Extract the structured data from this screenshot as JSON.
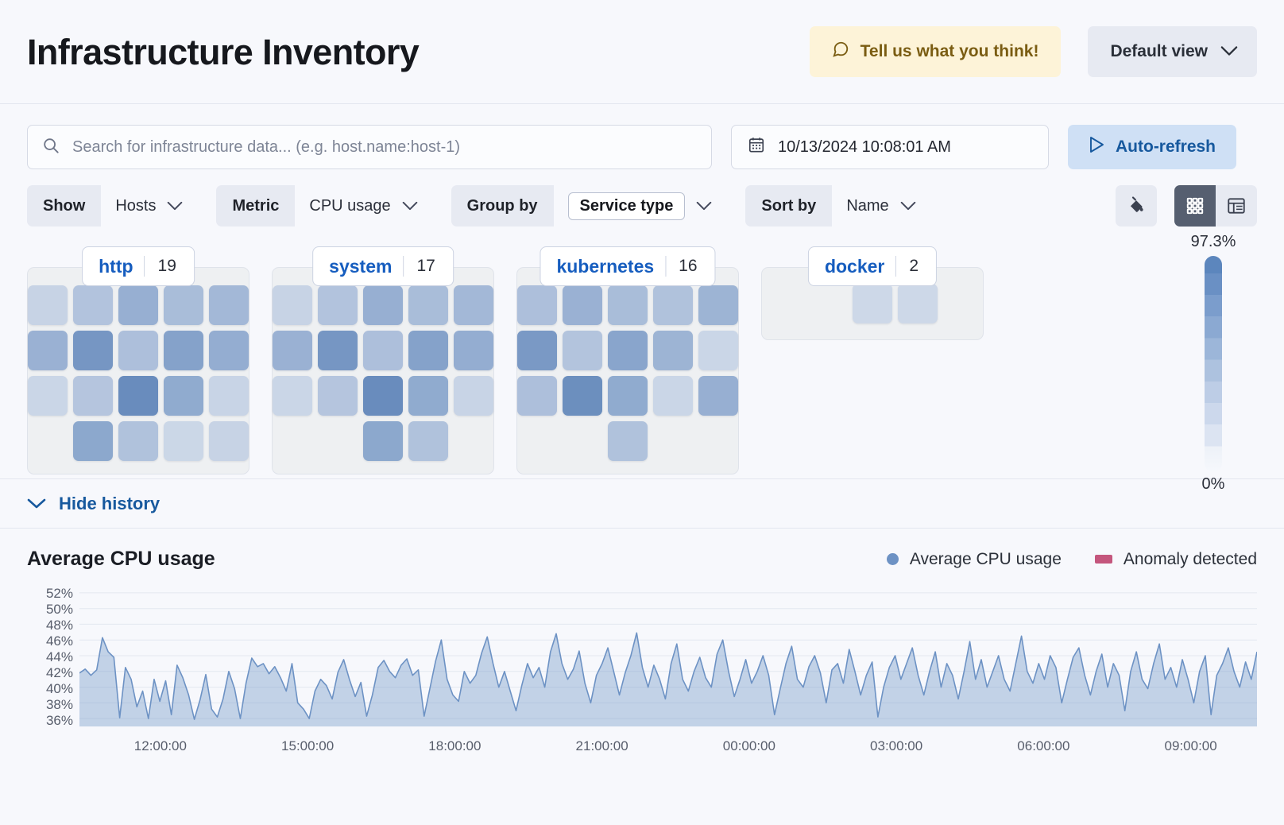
{
  "header": {
    "title": "Infrastructure Inventory",
    "feedback_label": "Tell us what you think!",
    "view_label": "Default view"
  },
  "search": {
    "placeholder": "Search for infrastructure data... (e.g. host.name:host-1)",
    "value": ""
  },
  "datepicker": {
    "value": "10/13/2024 10:08:01 AM"
  },
  "refresh": {
    "label": "Auto-refresh"
  },
  "filters": [
    {
      "label": "Show",
      "value": "Hosts",
      "boxed": false
    },
    {
      "label": "Metric",
      "value": "CPU usage",
      "boxed": false
    },
    {
      "label": "Group by",
      "value": "Service type",
      "boxed": true
    },
    {
      "label": "Sort by",
      "value": "Name",
      "boxed": false
    }
  ],
  "view_toggle": {
    "palette_icon": "fill-color-icon",
    "grid_icon": "grid-view-icon",
    "table_icon": "table-view-icon",
    "active": "grid-view-icon"
  },
  "waffle": {
    "legend": {
      "max": "97.3%",
      "min": "0%"
    },
    "groups": [
      {
        "name": "http",
        "count": "19",
        "rows": [
          {
            "offset": 0,
            "values": [
              22,
              35,
              52,
              40,
              44
            ]
          },
          {
            "offset": 0,
            "values": [
              50,
              70,
              38,
              62,
              54
            ]
          },
          {
            "offset": 0,
            "values": [
              20,
              33,
              78,
              56,
              21
            ]
          },
          {
            "offset": 1,
            "values": [
              58,
              36,
              19,
              22
            ]
          }
        ]
      },
      {
        "name": "system",
        "count": "17",
        "rows": [
          {
            "offset": 0,
            "values": [
              22,
              35,
              52,
              40,
              44
            ]
          },
          {
            "offset": 0,
            "values": [
              50,
              70,
              38,
              62,
              54
            ]
          },
          {
            "offset": 0,
            "values": [
              20,
              33,
              78,
              56,
              21
            ]
          },
          {
            "offset": 2,
            "values": [
              58,
              36
            ]
          }
        ]
      },
      {
        "name": "kubernetes",
        "count": "16",
        "rows": [
          {
            "offset": 0,
            "values": [
              38,
              50,
              40,
              36,
              48
            ]
          },
          {
            "offset": 0,
            "values": [
              68,
              34,
              60,
              48,
              20
            ]
          },
          {
            "offset": 0,
            "values": [
              38,
              76,
              56,
              20,
              52
            ]
          },
          {
            "offset": 2,
            "values": [
              36
            ]
          }
        ]
      },
      {
        "name": "docker",
        "count": "2",
        "rows": [
          {
            "offset": 2,
            "values": [
              18,
              18
            ]
          }
        ]
      }
    ]
  },
  "history": {
    "toggle_label": "Hide history"
  },
  "chart_data": {
    "type": "area",
    "title": "Average CPU usage",
    "xlabel": "",
    "ylabel": "",
    "grid": true,
    "legend_position": "top-right",
    "legend": [
      {
        "name": "Average CPU usage",
        "color": "#6d92c4",
        "marker": "circle"
      },
      {
        "name": "Anomaly detected",
        "color": "#c4567d",
        "marker": "rect"
      }
    ],
    "ylim": [
      35,
      53
    ],
    "ytick_labels": [
      "52%",
      "50%",
      "48%",
      "46%",
      "44%",
      "42%",
      "40%",
      "38%",
      "36%"
    ],
    "ytick_values": [
      52,
      50,
      48,
      46,
      44,
      42,
      40,
      38,
      36
    ],
    "xtick_labels": [
      "12:00:00",
      "15:00:00",
      "18:00:00",
      "21:00:00",
      "00:00:00",
      "03:00:00",
      "06:00:00",
      "09:00:00"
    ],
    "series": [
      {
        "name": "Average CPU usage",
        "color": "#6d92c4",
        "values": [
          41.8,
          42.3,
          41.5,
          42.2,
          46.3,
          44.5,
          43.8,
          36.1,
          42.5,
          41.0,
          37.5,
          39.5,
          36.0,
          41.0,
          38.2,
          40.8,
          36.5,
          42.8,
          41.2,
          39.0,
          35.9,
          38.4,
          41.6,
          37.2,
          36.2,
          38.5,
          42.0,
          39.8,
          36.0,
          40.5,
          43.7,
          42.6,
          43.0,
          41.7,
          42.6,
          41.2,
          39.5,
          43.0,
          38.0,
          37.2,
          36.0,
          39.5,
          41.0,
          40.2,
          38.5,
          41.9,
          43.5,
          41.0,
          38.8,
          40.6,
          36.3,
          39.0,
          42.5,
          43.4,
          42.0,
          41.2,
          42.8,
          43.6,
          41.5,
          42.2,
          36.3,
          39.8,
          43.3,
          46.0,
          41.0,
          39.0,
          38.2,
          42.0,
          40.5,
          41.5,
          44.3,
          46.4,
          43.0,
          40.0,
          42.0,
          39.5,
          37.0,
          40.2,
          43.0,
          41.2,
          42.5,
          40.0,
          44.5,
          46.8,
          43.0,
          41.0,
          42.3,
          44.6,
          40.5,
          38.0,
          41.5,
          43.0,
          45.0,
          42.0,
          39.0,
          41.8,
          44.0,
          46.9,
          42.5,
          40.0,
          42.8,
          41.0,
          38.5,
          43.0,
          45.5,
          41.0,
          39.5,
          42.0,
          43.8,
          41.2,
          40.0,
          44.2,
          46.0,
          42.0,
          38.8,
          41.0,
          43.5,
          40.5,
          42.0,
          44.0,
          41.5,
          36.5,
          39.8,
          43.0,
          45.2,
          41.0,
          40.0,
          42.6,
          44.0,
          41.8,
          38.0,
          42.2,
          43.0,
          40.5,
          44.8,
          42.0,
          39.0,
          41.5,
          43.2,
          36.2,
          40.0,
          42.5,
          44.0,
          41.0,
          43.0,
          45.0,
          41.5,
          39.0,
          42.0,
          44.5,
          40.0,
          43.0,
          41.5,
          38.5,
          42.0,
          45.8,
          41.0,
          43.5,
          40.0,
          42.0,
          44.0,
          41.0,
          39.5,
          43.0,
          46.5,
          42.0,
          40.5,
          43.0,
          41.0,
          44.0,
          42.5,
          38.0,
          41.0,
          43.8,
          45.0,
          41.5,
          39.0,
          42.0,
          44.2,
          40.0,
          43.0,
          41.5,
          37.0,
          42.0,
          44.5,
          41.0,
          39.8,
          43.0,
          45.5,
          41.0,
          42.5,
          40.0,
          43.5,
          41.0,
          38.0,
          42.0,
          44.0,
          36.5,
          41.5,
          43.0,
          45.0,
          42.0,
          40.0,
          43.2,
          41.0,
          44.5
        ]
      }
    ]
  }
}
